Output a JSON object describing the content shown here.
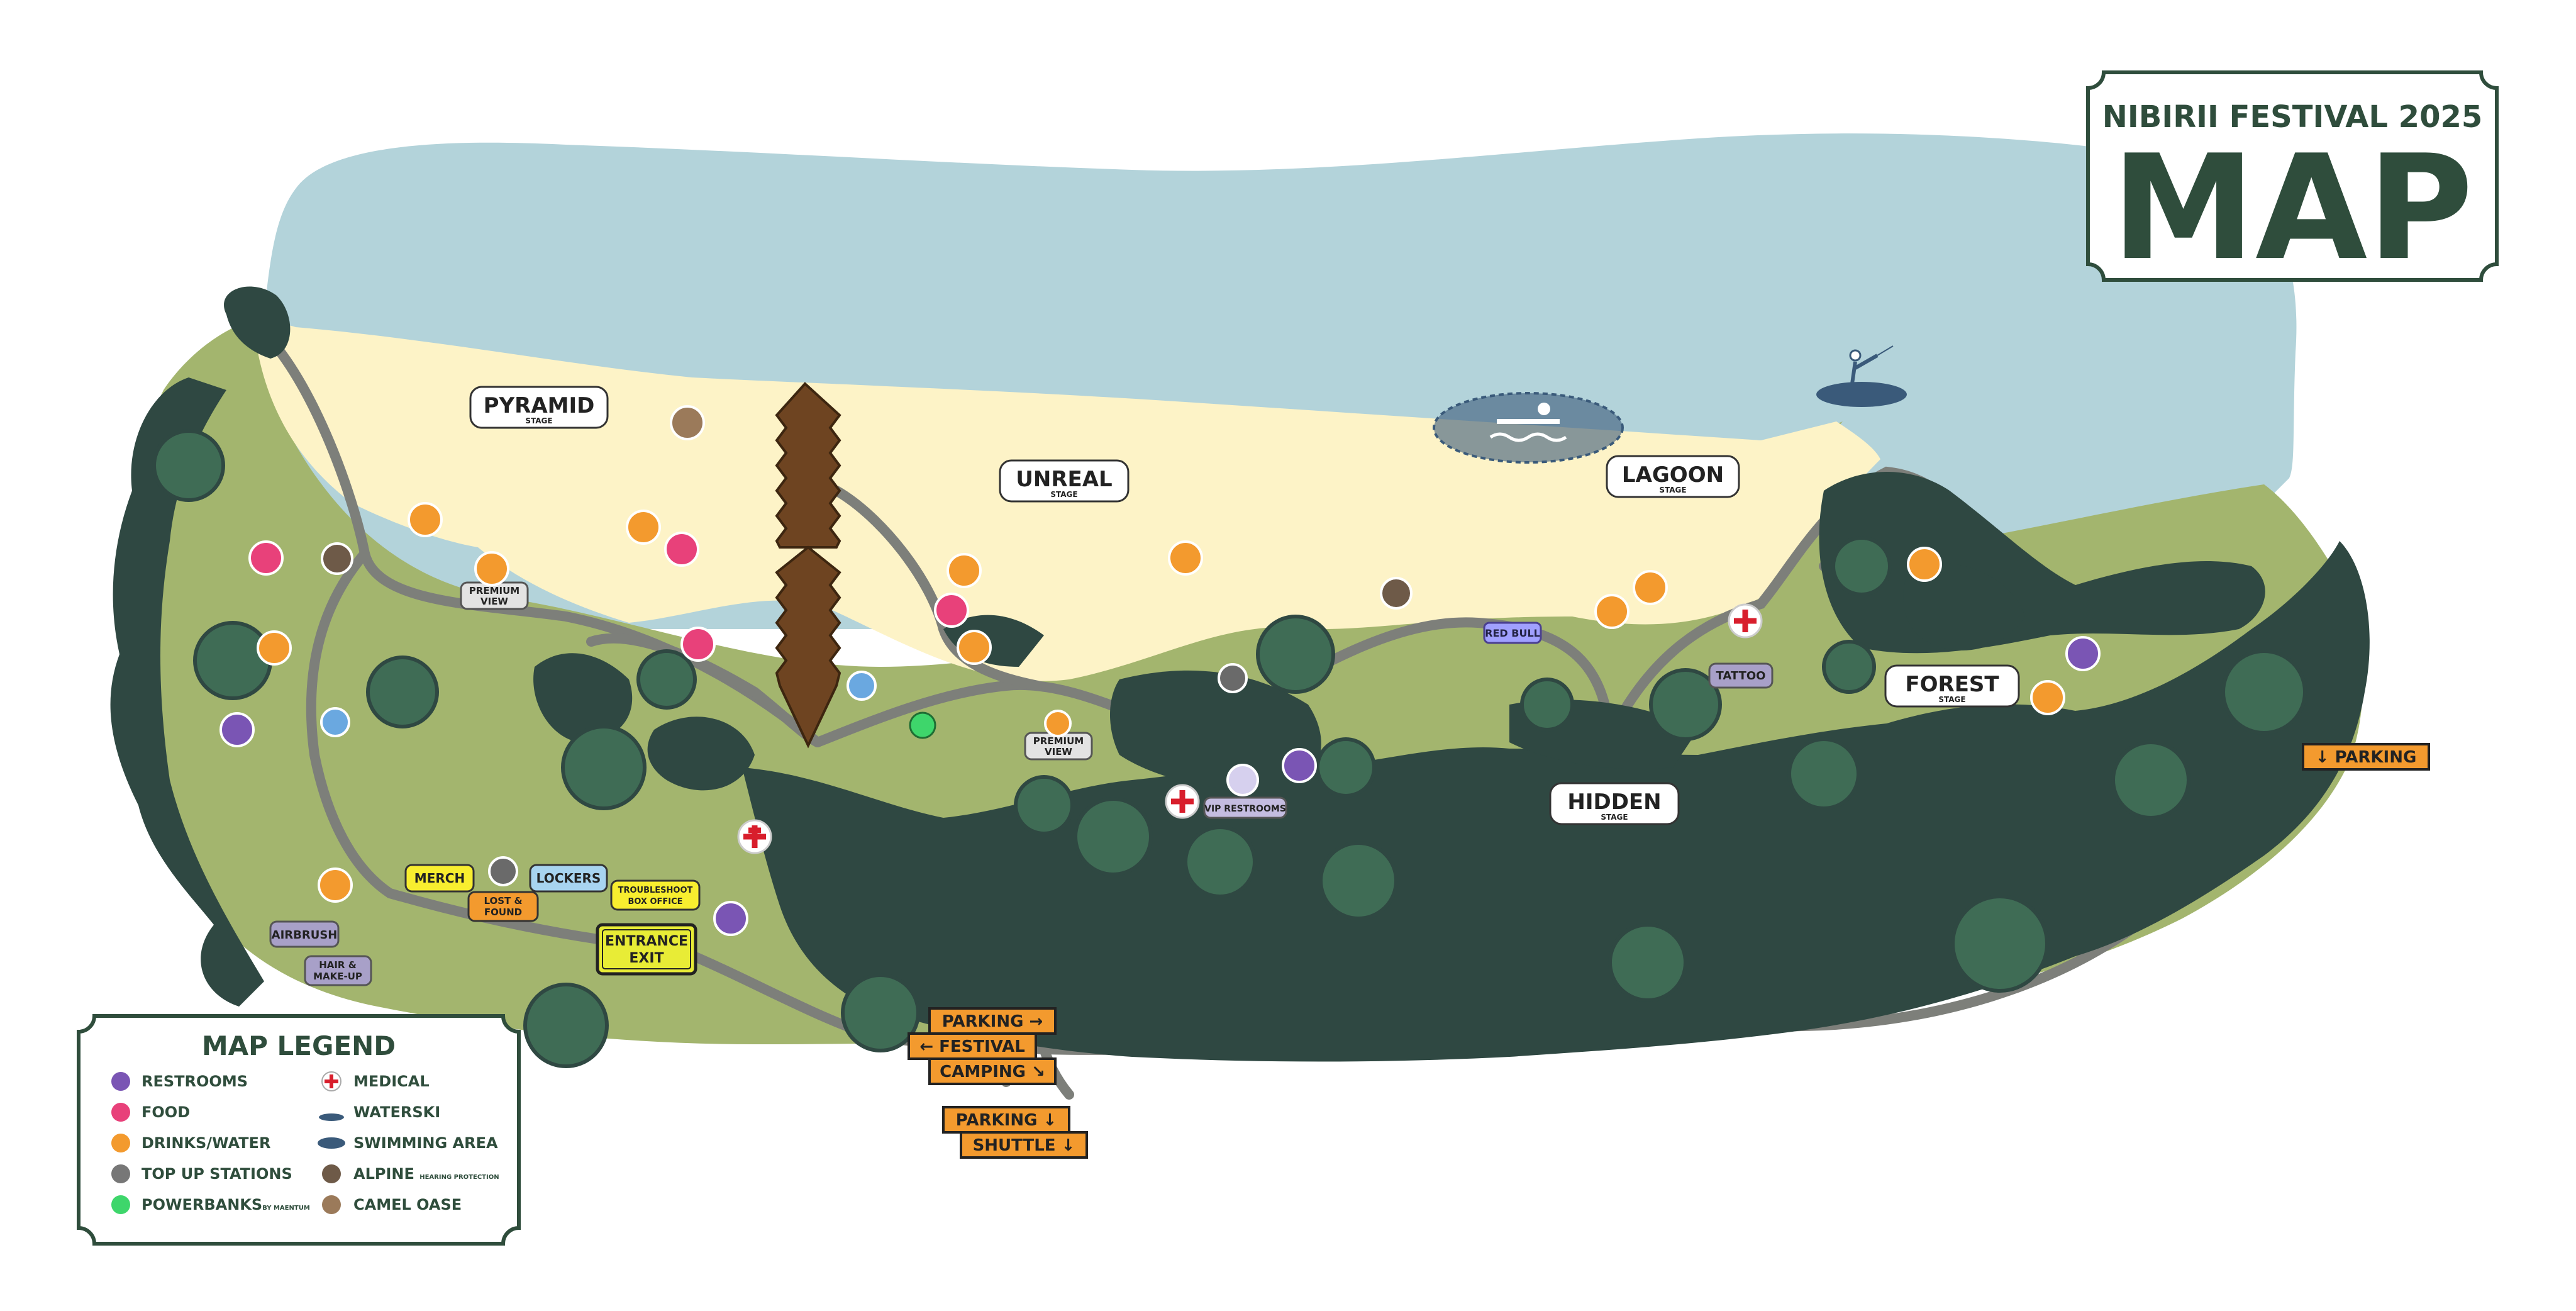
{
  "title": {
    "event": "NIBIRII FESTIVAL 2025",
    "main": "MAP"
  },
  "colors": {
    "lake": "#b3d3da",
    "beach": "#fdf3c7",
    "grass": "#a3b56e",
    "tree_dark": "#2f4842",
    "tree_mid": "#3f6c55",
    "path": "#7d7f7a",
    "orange": "#f39a2e",
    "pink": "#e8417a",
    "purple": "#7a55b4",
    "brown": "#6b4220",
    "title_green": "#2f4d3c"
  },
  "stages": [
    {
      "id": "pyramid",
      "name": "PYRAMID",
      "sub": "STAGE"
    },
    {
      "id": "unreal",
      "name": "UNREAL",
      "sub": "STAGE"
    },
    {
      "id": "lagoon",
      "name": "LAGOON",
      "sub": "STAGE"
    },
    {
      "id": "forest",
      "name": "FOREST",
      "sub": "STAGE"
    },
    {
      "id": "hidden",
      "name": "HIDDEN",
      "sub": "STAGE"
    }
  ],
  "labels": {
    "premium_view_1": [
      "PREMIUM",
      "VIEW"
    ],
    "premium_view_2": [
      "PREMIUM",
      "VIEW"
    ],
    "red_bull": "RED BULL",
    "tattoo": "TATTOO",
    "vip_restrooms": "VIP RESTROOMS",
    "merch": "MERCH",
    "lockers": "LOCKERS",
    "lost_found": [
      "LOST &",
      "FOUND"
    ],
    "troubleshoot": [
      "TROUBLESHOOT",
      "BOX OFFICE"
    ],
    "entrance": [
      "ENTRANCE",
      "EXIT"
    ],
    "airbrush": "AIRBRUSH",
    "hair_makeup": [
      "HAIR &",
      "MAKE-UP"
    ]
  },
  "signs": [
    {
      "id": "parking_right",
      "text": "PARKING",
      "arrow": "→"
    },
    {
      "id": "festival_left",
      "text": "FESTIVAL",
      "arrow": "←"
    },
    {
      "id": "camping",
      "text": "CAMPING",
      "arrow": "↘"
    },
    {
      "id": "parking_down",
      "text": "PARKING",
      "arrow": "↓"
    },
    {
      "id": "shuttle_down",
      "text": "SHUTTLE",
      "arrow": "↓"
    },
    {
      "id": "parking_east",
      "text": "PARKING",
      "arrow": "↓"
    }
  ],
  "legend": {
    "title": "MAP LEGEND",
    "items": [
      {
        "label": "RESTROOMS",
        "icon": "restroom-icon",
        "color": "#7a55b4"
      },
      {
        "label": "FOOD",
        "icon": "food-icon",
        "color": "#e8417a"
      },
      {
        "label": "DRINKS/WATER",
        "icon": "drink-icon",
        "color": "#f39a2e"
      },
      {
        "label": "TOP UP STATIONS",
        "icon": "top-up-icon",
        "color": "#777777"
      },
      {
        "label": "POWERBANKS",
        "suffix": "BY MAENTUM",
        "icon": "powerbank-icon",
        "color": "#3ed66b"
      },
      {
        "label": "MEDICAL",
        "icon": "medical-icon",
        "color": "#ffffff"
      },
      {
        "label": "WATERSKI",
        "icon": "waterski-icon",
        "color": "#3a5a7a"
      },
      {
        "label": "SWIMMING AREA",
        "icon": "swim-icon",
        "color": "#3a5a7a"
      },
      {
        "label": "ALPINE",
        "suffix": "HEARING PROTECTION",
        "icon": "alpine-icon",
        "color": "#6e5a48"
      },
      {
        "label": "CAMEL OASE",
        "icon": "camel-icon",
        "color": "#9b7a5a"
      }
    ]
  }
}
